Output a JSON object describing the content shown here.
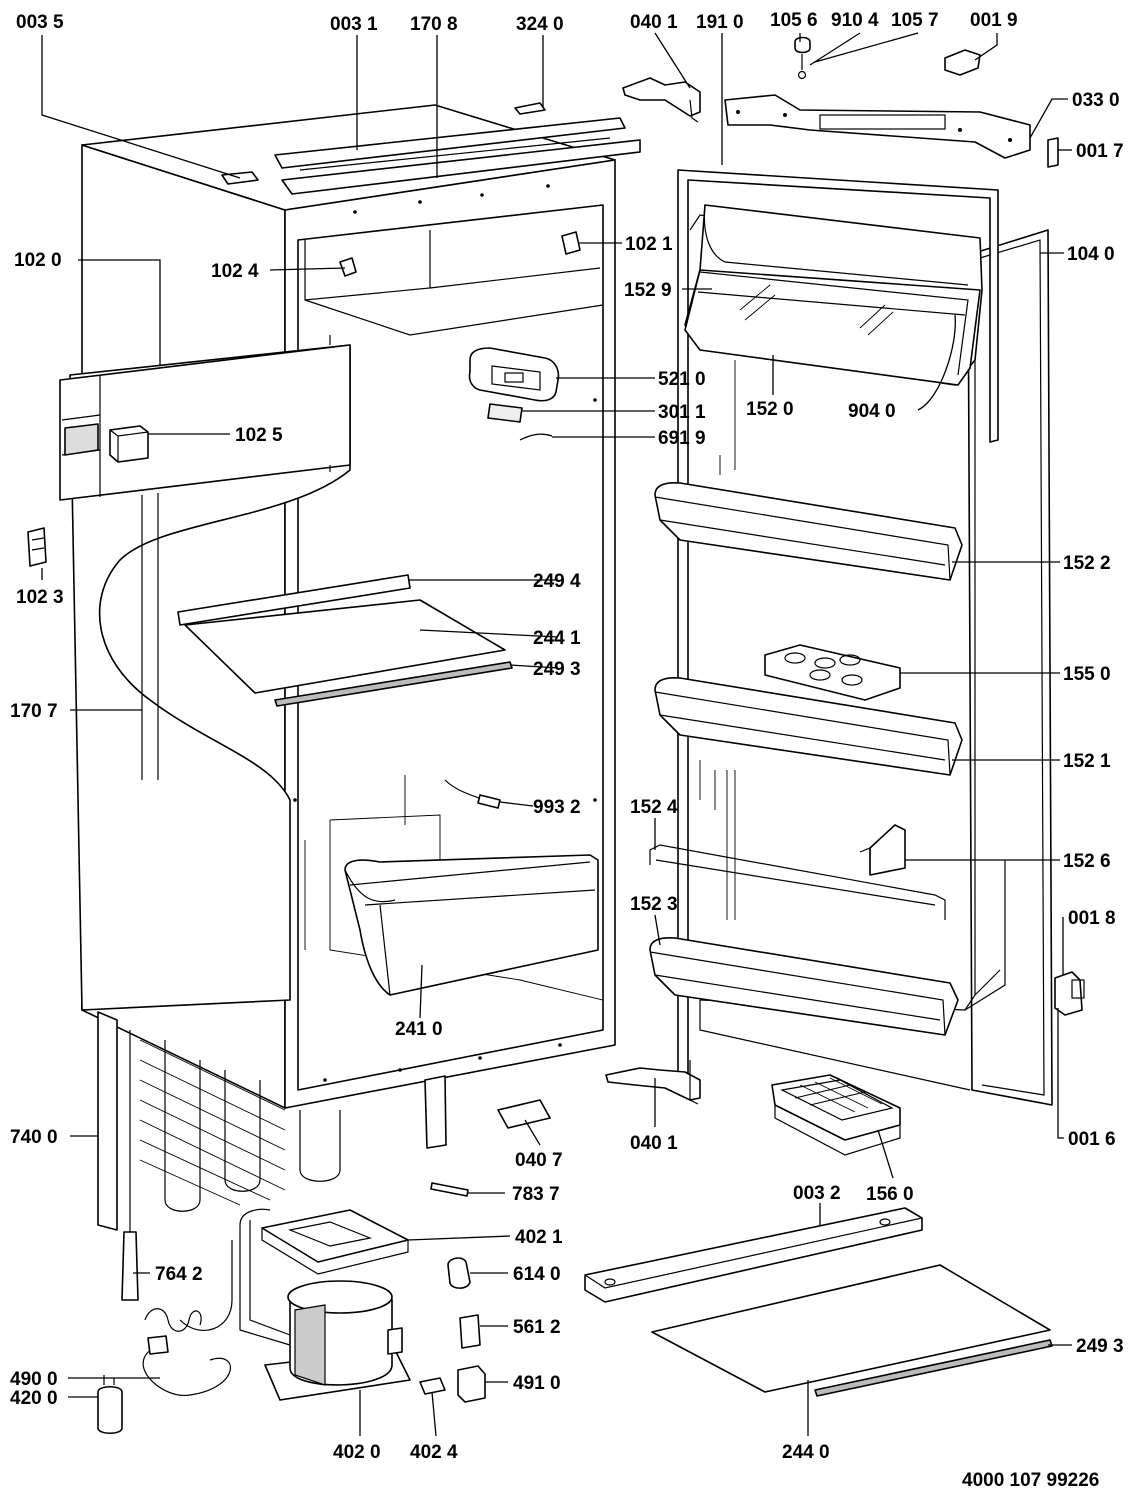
{
  "diagram": {
    "doc_number": "4000 107 99226",
    "labels": {
      "l0035": "003 5",
      "l0031": "003 1",
      "l1708": "170 8",
      "l3240": "324 0",
      "l0401a": "040 1",
      "l1910": "191 0",
      "l1056": "105 6",
      "l9104": "910 4",
      "l1057": "105 7",
      "l0019": "001 9",
      "l0330": "033 0",
      "l0017": "001 7",
      "l1020": "102 0",
      "l1024": "102 4",
      "l1021": "102 1",
      "l1040": "104 0",
      "l1529": "152 9",
      "l5210": "521 0",
      "l1520": "152 0",
      "l9040": "904 0",
      "l3011": "301 1",
      "l1025": "102 5",
      "l6919": "691 9",
      "l1023": "102 3",
      "l2494": "249 4",
      "l1522": "152 2",
      "l2441": "244 1",
      "l2493a": "249 3",
      "l1550": "155 0",
      "l1707": "170 7",
      "l1521": "152 1",
      "l1524": "152 4",
      "l9932": "993 2",
      "l1526": "152 6",
      "l1523": "152 3",
      "l0018": "001 8",
      "l2410": "241 0",
      "l0401b": "040 1",
      "l7400": "740 0",
      "l0407": "040 7",
      "l0016": "001 6",
      "l1560": "156 0",
      "l7837": "783 7",
      "l0032": "003 2",
      "l4021": "402 1",
      "l7642": "764 2",
      "l6140": "614 0",
      "l5612": "561 2",
      "l2493b": "249 3",
      "l4900": "490 0",
      "l4200": "420 0",
      "l4910": "491 0",
      "l4020": "402 0",
      "l4024": "402 4",
      "l2440": "244 0"
    }
  }
}
